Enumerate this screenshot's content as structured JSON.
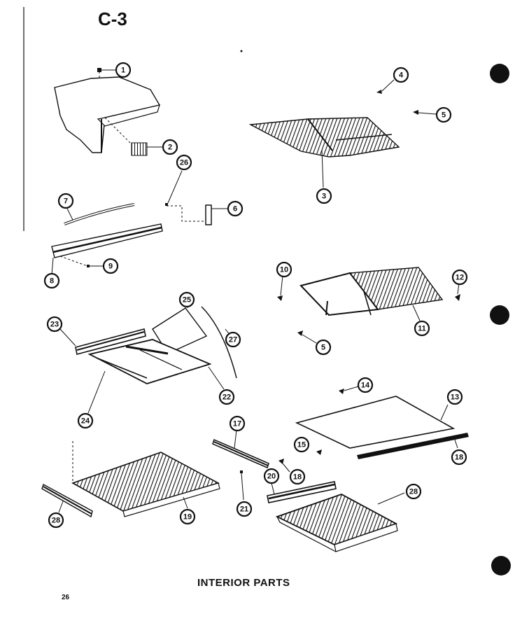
{
  "page_code": "C-3",
  "caption": "INTERIOR PARTS",
  "page_number": "26",
  "callouts": [
    {
      "label": "1"
    },
    {
      "label": "2"
    },
    {
      "label": "3"
    },
    {
      "label": "4"
    },
    {
      "label": "5"
    },
    {
      "label": "26"
    },
    {
      "label": "6"
    },
    {
      "label": "7"
    },
    {
      "label": "8"
    },
    {
      "label": "9"
    },
    {
      "label": "10"
    },
    {
      "label": "12"
    },
    {
      "label": "11"
    },
    {
      "label": "5"
    },
    {
      "label": "25"
    },
    {
      "label": "23"
    },
    {
      "label": "27"
    },
    {
      "label": "22"
    },
    {
      "label": "24"
    },
    {
      "label": "14"
    },
    {
      "label": "13"
    },
    {
      "label": "17"
    },
    {
      "label": "15"
    },
    {
      "label": "18"
    },
    {
      "label": "20"
    },
    {
      "label": "18"
    },
    {
      "label": "21"
    },
    {
      "label": "19"
    },
    {
      "label": "28"
    },
    {
      "label": "28"
    }
  ],
  "colors": {
    "ink": "#111111",
    "paper": "#ffffff"
  }
}
